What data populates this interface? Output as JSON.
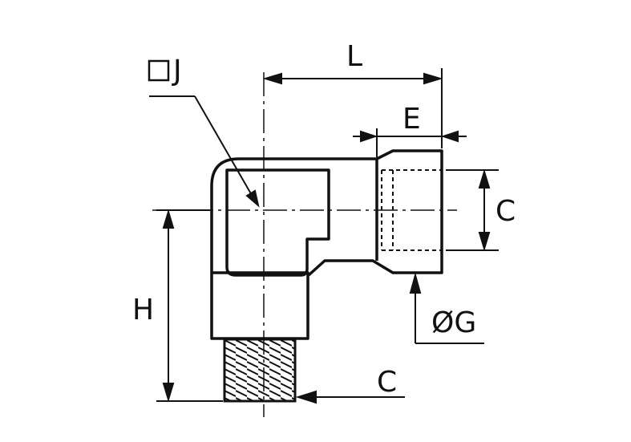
{
  "labels": {
    "square_j": "J",
    "length": "L",
    "end_length": "E",
    "thread_right": "C",
    "height": "H",
    "diameter": "ØG",
    "thread_bottom": "C"
  },
  "colors": {
    "line": "#111111",
    "background": "#ffffff"
  }
}
